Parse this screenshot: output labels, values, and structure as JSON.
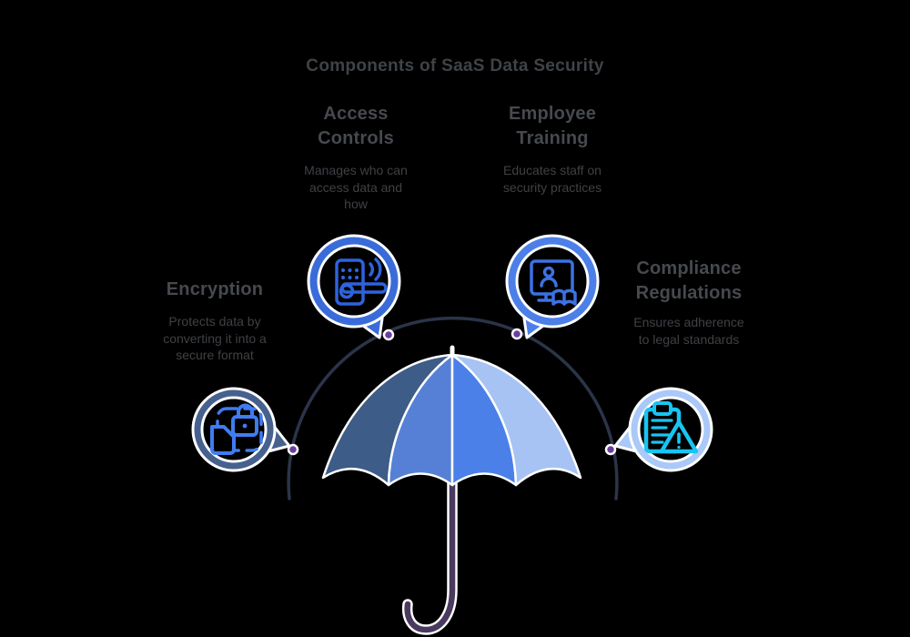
{
  "title": "Components of SaaS Data Security",
  "diagram": {
    "type": "infographic",
    "theme": "umbrella-protection",
    "components": [
      {
        "id": "encryption",
        "heading": "Encryption",
        "heading_lines": [
          "Encryption"
        ],
        "description": "Protects data by converting it into a secure format",
        "description_lines": [
          "Protects data by",
          "converting it into a",
          "secure format"
        ],
        "icon": "encrypted-file-lock-icon",
        "bubble_color": "#47618e",
        "icon_color": "#3f7cf2"
      },
      {
        "id": "access-controls",
        "heading": "Access Controls",
        "heading_lines": [
          "Access",
          "Controls"
        ],
        "description": "Manages who can access data and how",
        "description_lines": [
          "Manages who can",
          "access data and",
          "how"
        ],
        "icon": "door-lock-keypad-icon",
        "bubble_color": "#3a6cd9",
        "icon_color": "#2d63dd"
      },
      {
        "id": "employee-training",
        "heading": "Employee Training",
        "heading_lines": [
          "Employee",
          "Training"
        ],
        "description": "Educates staff on security practices",
        "description_lines": [
          "Educates staff on",
          "security practices"
        ],
        "icon": "training-monitor-book-icon",
        "bubble_color": "#4c80e8",
        "icon_color": "#3b72e4"
      },
      {
        "id": "compliance-regulations",
        "heading": "Compliance Regulations",
        "heading_lines": [
          "Compliance",
          "Regulations"
        ],
        "description": "Ensures adherence to legal standards",
        "description_lines": [
          "Ensures adherence",
          "to legal standards"
        ],
        "icon": "clipboard-warning-icon",
        "bubble_color": "#aac8f8",
        "icon_color": "#18c5f2"
      }
    ],
    "umbrella": {
      "panel_colors": [
        "#3d5c87",
        "#5580d5",
        "#4a80e8",
        "#a6c3f3"
      ],
      "handle_color": "#4a3a5e",
      "outline_color": "#ffffff"
    },
    "arc": {
      "color": "#2b3448",
      "node_color": "#6a3f9f"
    },
    "background_color": "#000000",
    "text_color": "#3f4347"
  }
}
